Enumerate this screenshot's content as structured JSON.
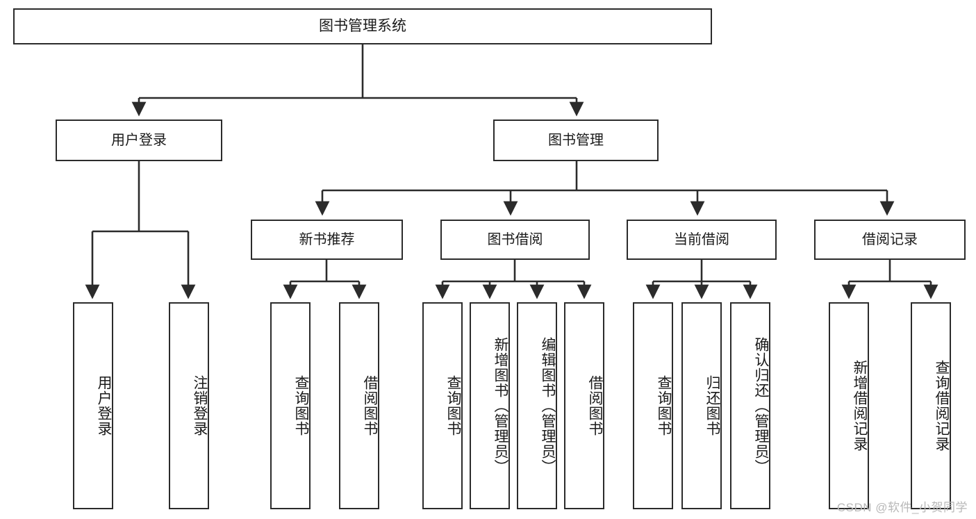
{
  "diagram": {
    "type": "tree-hierarchy-chart",
    "title": "图书管理系统",
    "root": {
      "id": "root",
      "label": "图书管理系统"
    },
    "level2": [
      {
        "id": "user-login",
        "label": "用户登录"
      },
      {
        "id": "book-manage",
        "label": "图书管理"
      }
    ],
    "level3": [
      {
        "id": "new-book-recommend",
        "label": "新书推荐",
        "parent": "book-manage"
      },
      {
        "id": "book-borrow",
        "label": "图书借阅",
        "parent": "book-manage"
      },
      {
        "id": "current-borrow",
        "label": "当前借阅",
        "parent": "book-manage"
      },
      {
        "id": "borrow-record",
        "label": "借阅记录",
        "parent": "book-manage"
      }
    ],
    "leaves": [
      {
        "id": "leaf-user-login",
        "label": "用户登录",
        "parent": "user-login"
      },
      {
        "id": "leaf-logout",
        "label": "注销登录",
        "parent": "user-login"
      },
      {
        "id": "leaf-query-book-1",
        "label": "查询图书",
        "parent": "new-book-recommend"
      },
      {
        "id": "leaf-borrow-book-1",
        "label": "借阅图书",
        "parent": "new-book-recommend"
      },
      {
        "id": "leaf-query-book-2",
        "label": "查询图书",
        "parent": "book-borrow"
      },
      {
        "id": "leaf-add-book",
        "label": "新增图书（管理员）",
        "parent": "book-borrow"
      },
      {
        "id": "leaf-edit-book",
        "label": "编辑图书（管理员）",
        "parent": "book-borrow"
      },
      {
        "id": "leaf-borrow-book-2",
        "label": "借阅图书",
        "parent": "book-borrow"
      },
      {
        "id": "leaf-query-book-3",
        "label": "查询图书",
        "parent": "current-borrow"
      },
      {
        "id": "leaf-return-book",
        "label": "归还图书",
        "parent": "current-borrow"
      },
      {
        "id": "leaf-confirm-return",
        "label": "确认归还（管理员）",
        "parent": "current-borrow"
      },
      {
        "id": "leaf-add-record",
        "label": "新增借阅记录",
        "parent": "borrow-record"
      },
      {
        "id": "leaf-query-record",
        "label": "查询借阅记录",
        "parent": "borrow-record"
      }
    ],
    "colors": {
      "stroke": "#2b2b2b",
      "background": "#ffffff",
      "text": "#1a1a1a",
      "watermark": "#b8b8b8"
    }
  },
  "watermark": {
    "text": "CSDN @软件_小贺同学"
  }
}
